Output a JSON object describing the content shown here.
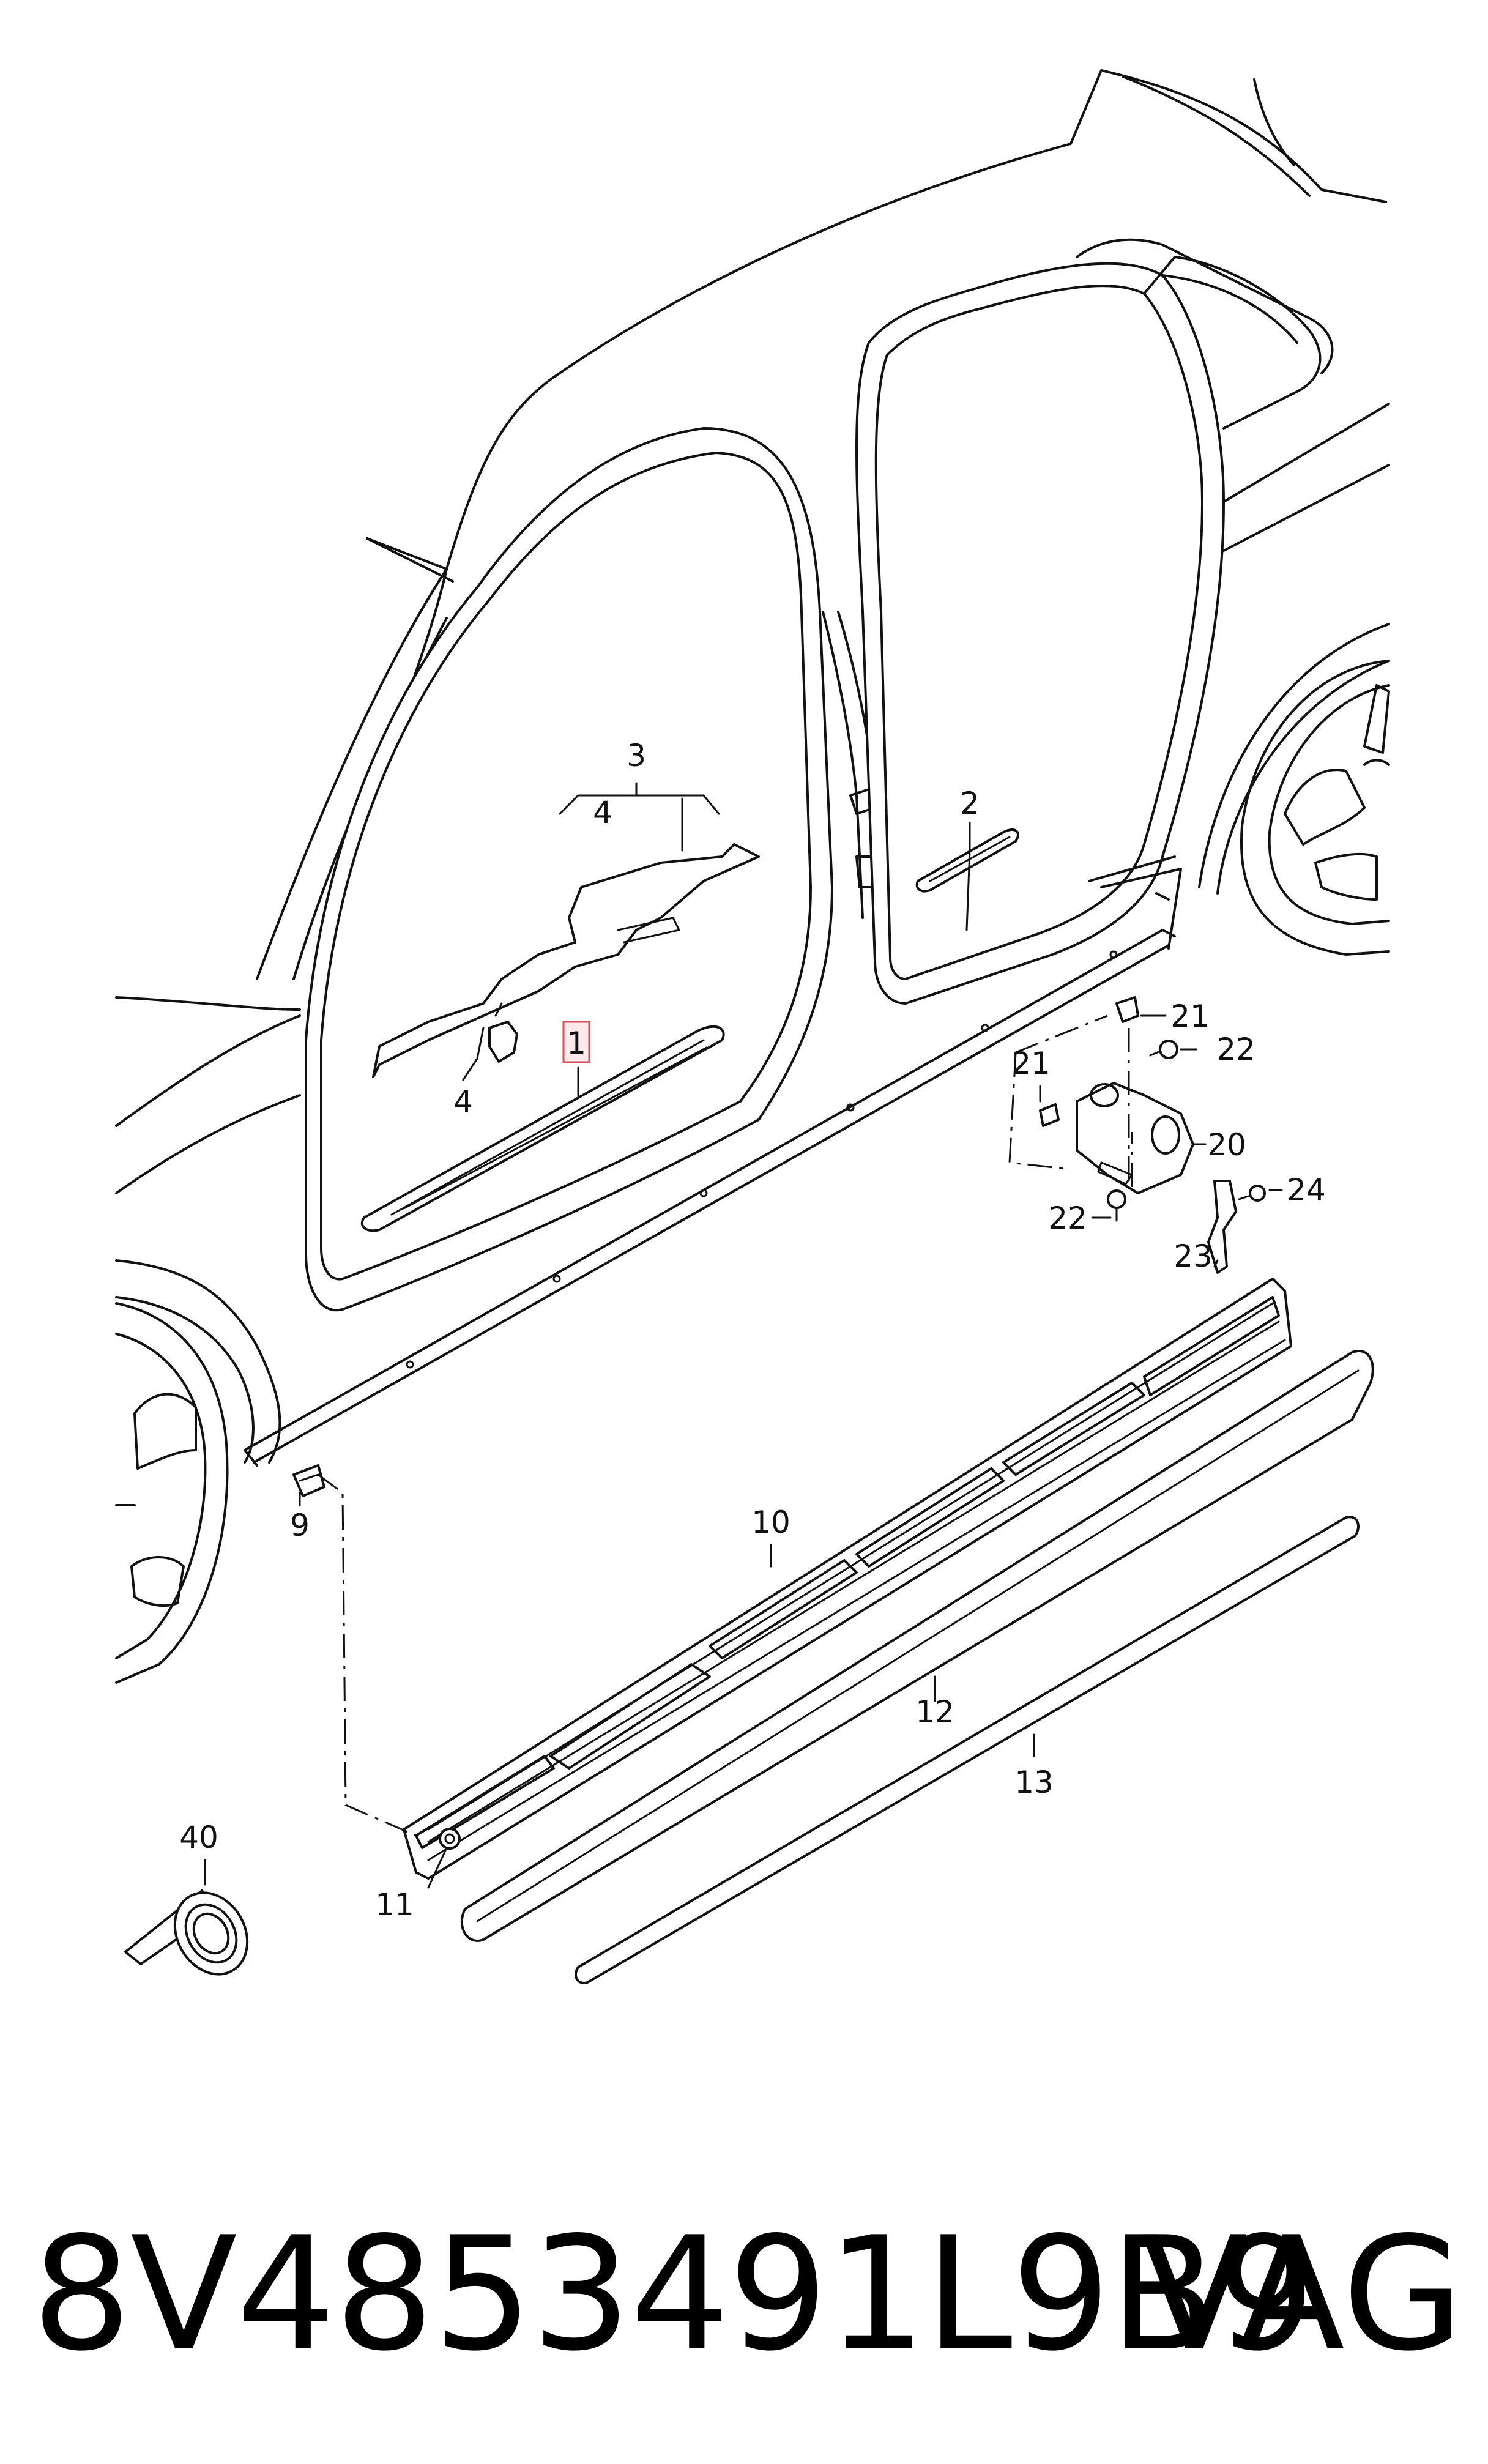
{
  "callouts": {
    "c1": "1",
    "c2": "2",
    "c3": "3",
    "c4a": "4",
    "c4b": "4",
    "c9": "9",
    "c10": "10",
    "c11": "11",
    "c12": "12",
    "c13": "13",
    "c20": "20",
    "c21a": "21",
    "c21b": "21",
    "c22a": "22",
    "c22b": "22",
    "c23": "23",
    "c24": "24",
    "c40": "40"
  },
  "footer": {
    "part_number": "8V4853491L9B9",
    "brand": "VAG"
  },
  "colors": {
    "line": "#111111",
    "highlight": "#d94b5c"
  }
}
